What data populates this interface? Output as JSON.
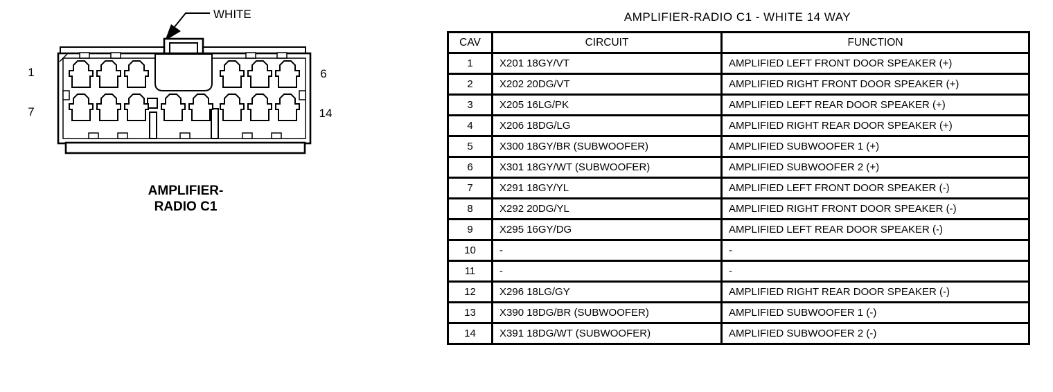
{
  "page": {
    "background": "#ffffff",
    "ink": "#000000"
  },
  "diagram": {
    "connector_color_label": "WHITE",
    "pin_labels": {
      "top_left": "1",
      "top_right": "6",
      "bottom_left": "7",
      "bottom_right": "14"
    },
    "caption": {
      "line1": "AMPLIFIER-",
      "line2": "RADIO C1"
    }
  },
  "table": {
    "title": "AMPLIFIER-RADIO C1 - WHITE 14 WAY",
    "headers": [
      "CAV",
      "CIRCUIT",
      "FUNCTION"
    ],
    "rows": [
      [
        "1",
        "X201 18GY/VT",
        "AMPLIFIED LEFT FRONT DOOR SPEAKER (+)"
      ],
      [
        "2",
        "X202 20DG/VT",
        "AMPLIFIED RIGHT FRONT DOOR SPEAKER (+)"
      ],
      [
        "3",
        "X205 16LG/PK",
        "AMPLIFIED LEFT REAR DOOR SPEAKER (+)"
      ],
      [
        "4",
        "X206 18DG/LG",
        "AMPLIFIED RIGHT REAR DOOR SPEAKER (+)"
      ],
      [
        "5",
        "X300 18GY/BR (SUBWOOFER)",
        "AMPLIFIED SUBWOOFER 1 (+)"
      ],
      [
        "6",
        "X301 18GY/WT (SUBWOOFER)",
        "AMPLIFIED SUBWOOFER 2 (+)"
      ],
      [
        "7",
        "X291 18GY/YL",
        "AMPLIFIED LEFT FRONT DOOR SPEAKER (-)"
      ],
      [
        "8",
        "X292 20DG/YL",
        "AMPLIFIED RIGHT FRONT DOOR SPEAKER (-)"
      ],
      [
        "9",
        "X295 16GY/DG",
        "AMPLIFIED LEFT REAR DOOR SPEAKER (-)"
      ],
      [
        "10",
        "-",
        "-"
      ],
      [
        "11",
        "-",
        "-"
      ],
      [
        "12",
        "X296 18LG/GY",
        "AMPLIFIED RIGHT REAR DOOR SPEAKER (-)"
      ],
      [
        "13",
        "X390 18DG/BR (SUBWOOFER)",
        "AMPLIFIED SUBWOOFER 1 (-)"
      ],
      [
        "14",
        "X391 18DG/WT (SUBWOOFER)",
        "AMPLIFIED SUBWOOFER 2 (-)"
      ]
    ]
  }
}
